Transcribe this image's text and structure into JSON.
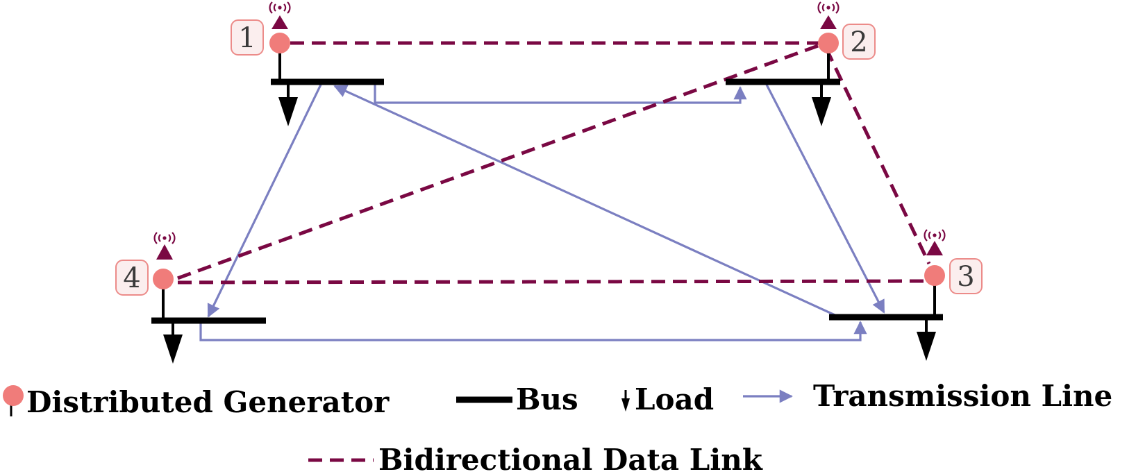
{
  "colors": {
    "generator": "#f07c7a",
    "label_border": "#ec8b89",
    "label_fill": "#fbeeee",
    "antenna": "#7a0843",
    "data_link": "#7a0843",
    "transmission": "#7b7fc1",
    "bus": "#000000",
    "load": "#000000"
  },
  "nodes": [
    {
      "id": "1",
      "label": "1"
    },
    {
      "id": "2",
      "label": "2"
    },
    {
      "id": "3",
      "label": "3"
    },
    {
      "id": "4",
      "label": "4"
    }
  ],
  "data_links": [
    {
      "from": "1",
      "to": "2"
    },
    {
      "from": "2",
      "to": "3"
    },
    {
      "from": "2",
      "to": "4"
    },
    {
      "from": "3",
      "to": "4"
    }
  ],
  "transmission_lines": [
    {
      "from": "1",
      "to": "2"
    },
    {
      "from": "1",
      "to": "4"
    },
    {
      "from": "2",
      "to": "3"
    },
    {
      "from": "3",
      "to": "1"
    },
    {
      "from": "4",
      "to": "3"
    }
  ],
  "legend": {
    "generator": "Distributed Generator",
    "bus": "Bus",
    "load": "Load",
    "transmission": "Transmission Line",
    "data_link": "Bidirectional Data Link"
  }
}
